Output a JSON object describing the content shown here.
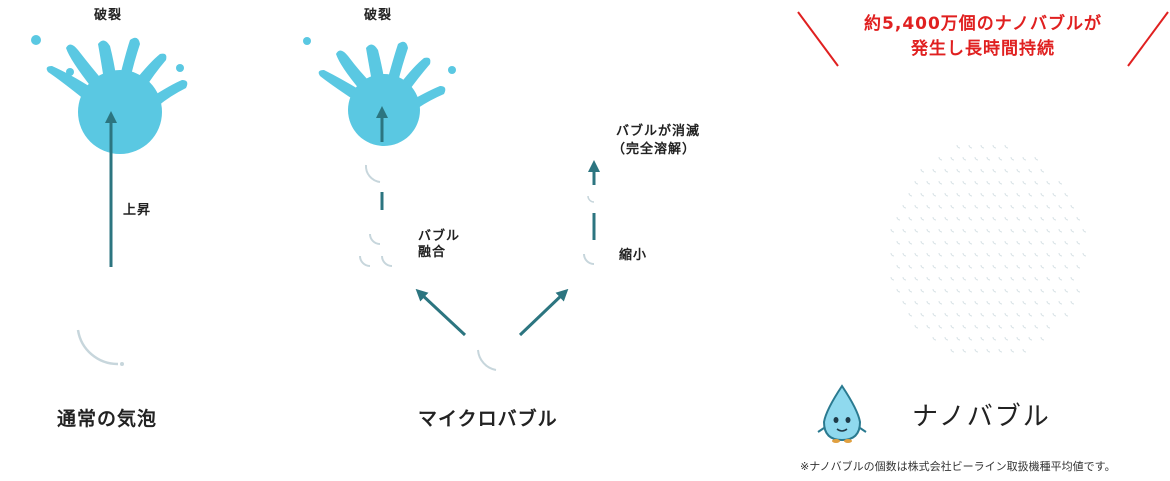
{
  "colors": {
    "splash": "#5ac8e2",
    "arrow": "#2c7580",
    "bubble": "#c7d6dc",
    "callout": "#e02020",
    "text": "#222222"
  },
  "normal": {
    "burst_label": "破裂",
    "rise_label": "上昇",
    "title": "通常の気泡"
  },
  "micro": {
    "burst_label": "破裂",
    "merge_label_1": "バブル",
    "merge_label_2": "融合",
    "shrink_label": "縮小",
    "vanish_label_1": "バブルが消滅",
    "vanish_label_2": "（完全溶解）",
    "title": "マイクロバブル"
  },
  "nano": {
    "callout_line1": "約5,400万個のナノバブルが",
    "callout_line2": "発生し長時間持続",
    "title": "ナノバブル",
    "mascot_icon": "water-drop-mascot-icon",
    "footnote": "※ナノバブルの個数は株式会社ビーライン取扱機種平均値です。"
  }
}
